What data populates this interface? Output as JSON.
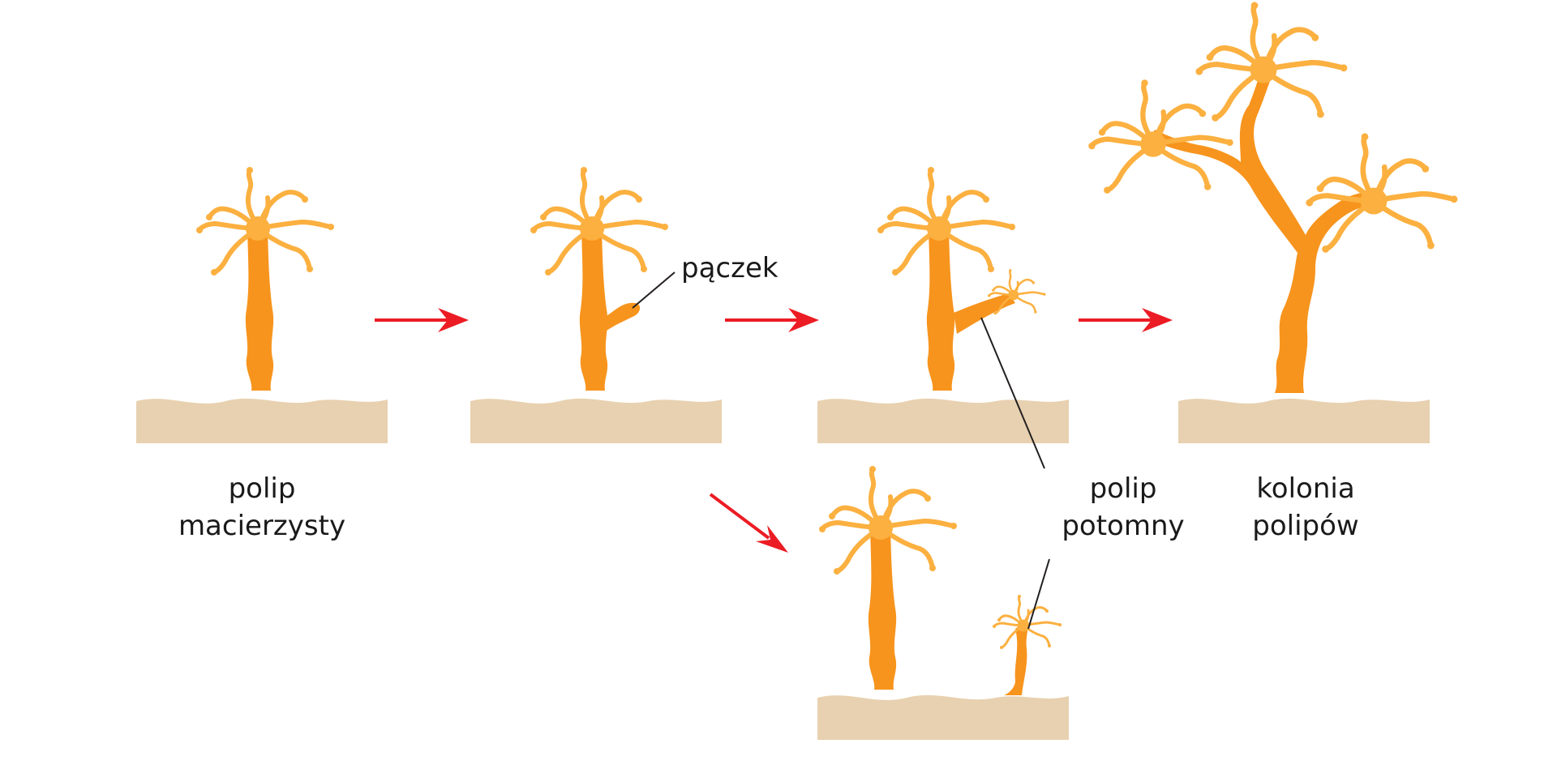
{
  "labels": {
    "parent": [
      "polip",
      "macierzysty"
    ],
    "bud": "pączek",
    "daughter": [
      "polip",
      "potomny"
    ],
    "colony": [
      "kolonia",
      "polipów"
    ]
  },
  "colors": {
    "body": "#f7941d",
    "tentacle": "#fbb040",
    "substrate": "#e8d1b0",
    "arrow": "#ec1c24",
    "leader": "#231f20"
  },
  "stages": [
    {
      "name": "parent-polyp"
    },
    {
      "name": "budding-polyp"
    },
    {
      "name": "bud-with-tentacles"
    },
    {
      "name": "polyp-colony"
    },
    {
      "name": "separated-polyps"
    }
  ]
}
